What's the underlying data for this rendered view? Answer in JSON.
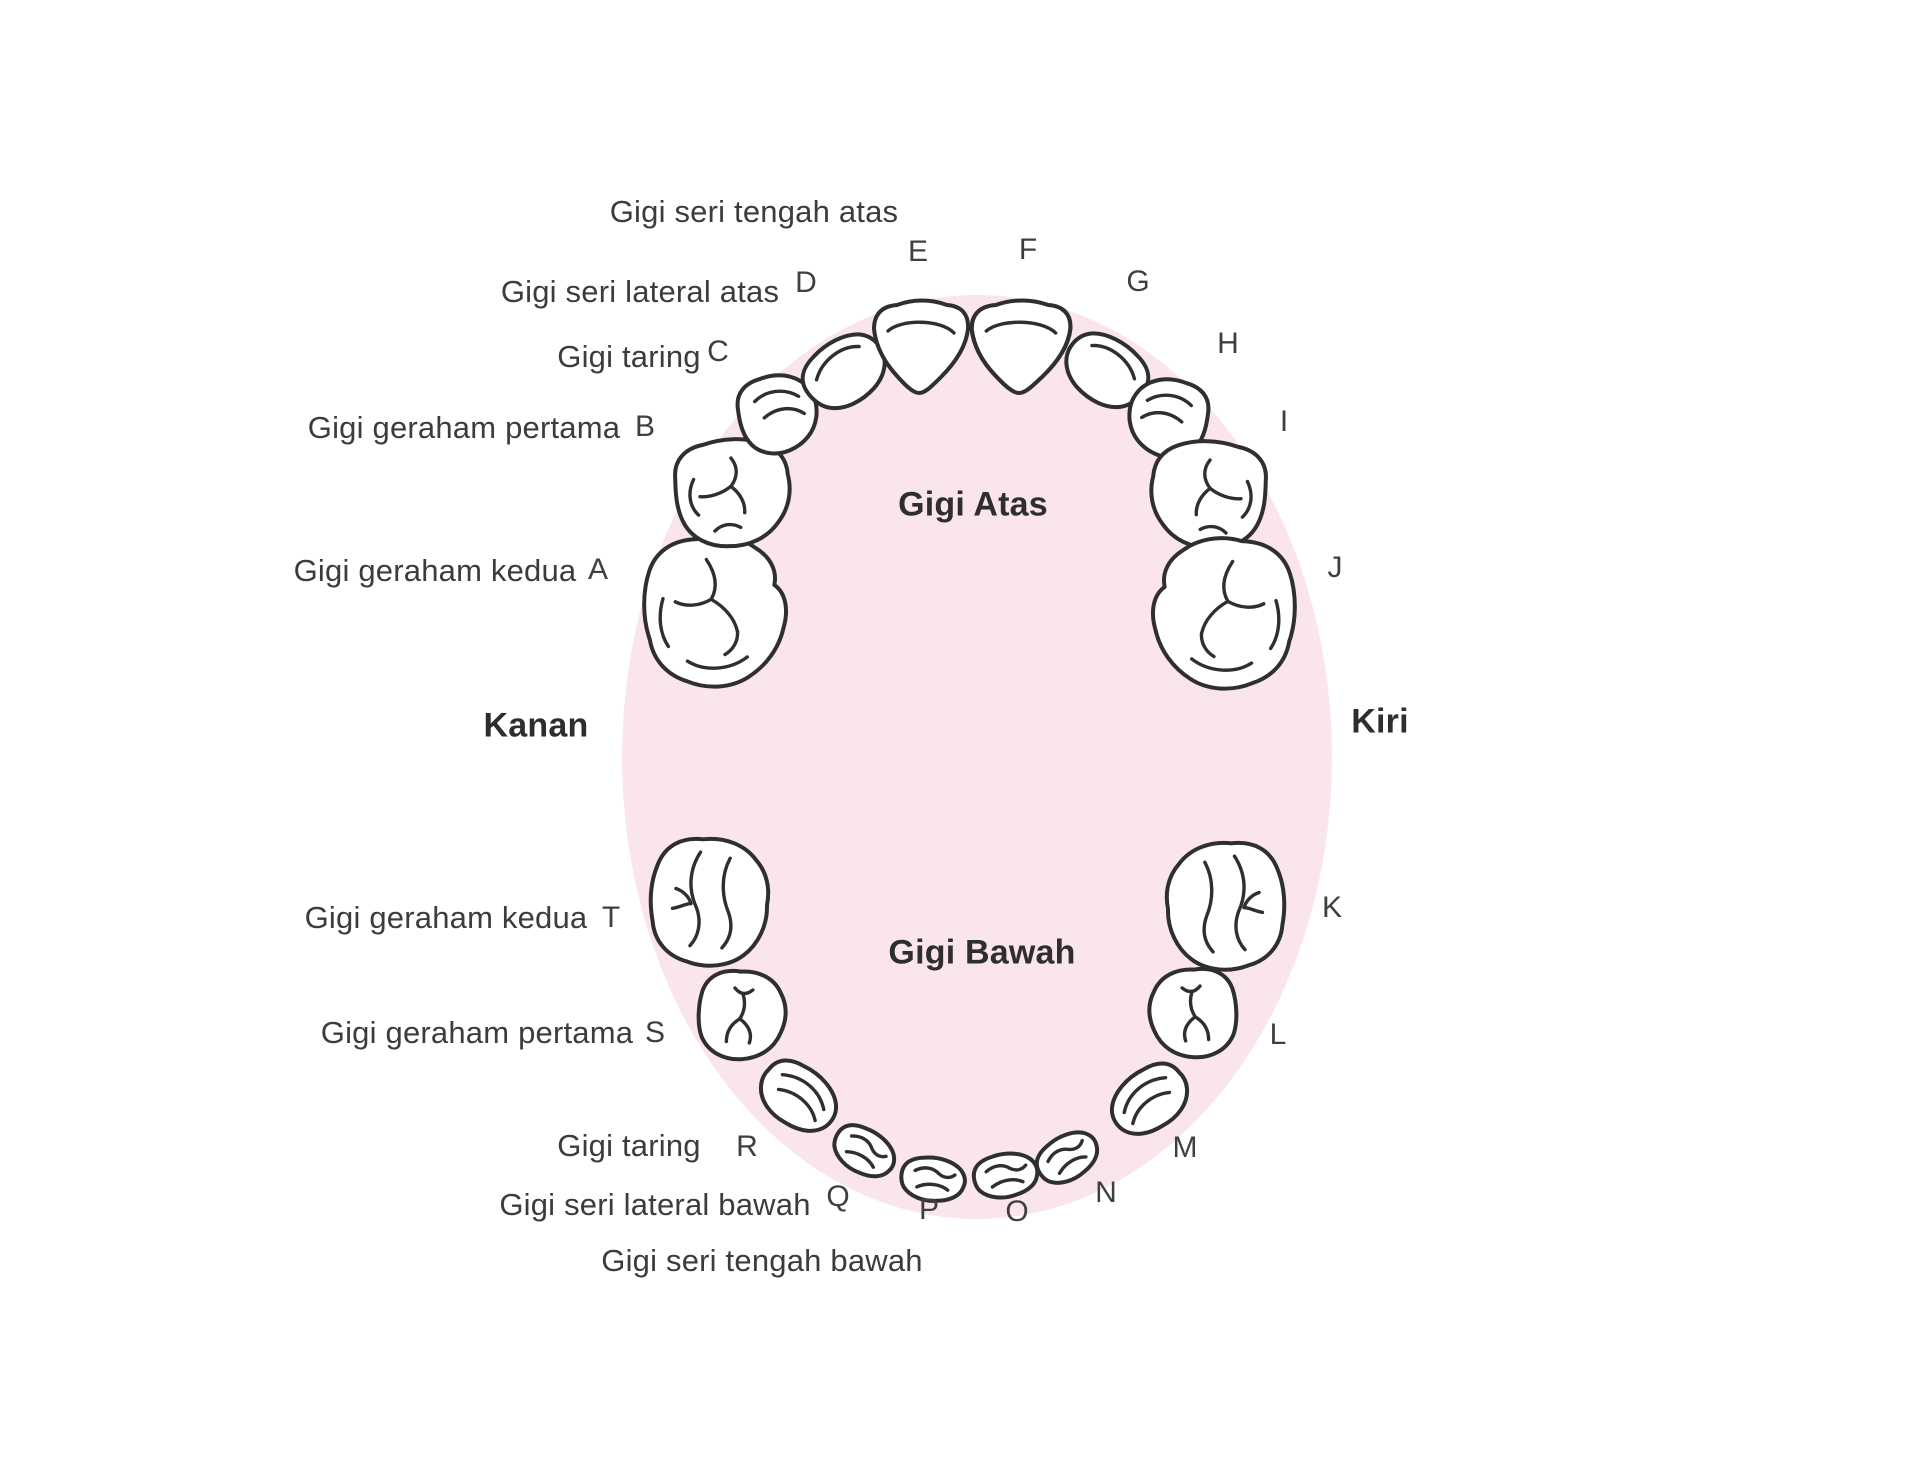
{
  "diagram": {
    "region_titles": {
      "upper": "Gigi Atas",
      "lower": "Gigi Bawah"
    },
    "side_labels": {
      "right": "Kanan",
      "left": "Kiri"
    },
    "colors": {
      "arch_fill": "#fae4ee",
      "tooth_outline": "#2f2f2f",
      "label_text": "#3c3c3c"
    },
    "upper_rows": [
      {
        "label": "Gigi seri tengah atas"
      },
      {
        "label": "Gigi seri lateral atas"
      },
      {
        "label": "Gigi taring"
      },
      {
        "label": "Gigi geraham pertama"
      },
      {
        "label": "Gigi geraham kedua"
      }
    ],
    "lower_rows": [
      {
        "label": "Gigi geraham kedua"
      },
      {
        "label": "Gigi geraham pertama"
      },
      {
        "label": "Gigi taring"
      },
      {
        "label": "Gigi seri lateral bawah"
      },
      {
        "label": "Gigi seri tengah bawah"
      }
    ],
    "tooth_letters": {
      "A": "A",
      "B": "B",
      "C": "C",
      "D": "D",
      "E": "E",
      "F": "F",
      "G": "G",
      "H": "H",
      "I": "I",
      "J": "J",
      "K": "K",
      "L": "L",
      "M": "M",
      "N": "N",
      "O": "O",
      "P": "P",
      "Q": "Q",
      "R": "R",
      "S": "S",
      "T": "T"
    }
  }
}
